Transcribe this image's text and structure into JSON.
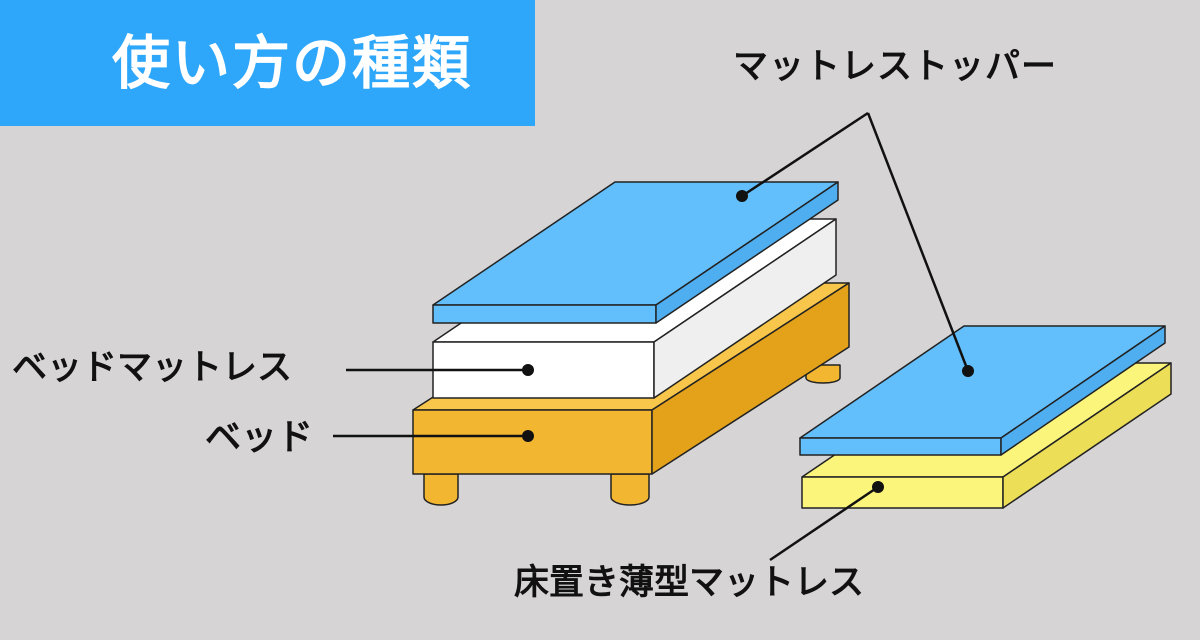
{
  "title": "使い方の種類",
  "labels": {
    "topper": "マットレストッパー",
    "bed_mattress": "ベッドマットレス",
    "bed": "ベッド",
    "floor_mattress": "床置き薄型マットレス"
  },
  "colors": {
    "title_background": "#2ea7fb",
    "topper": "#62bffc",
    "bed_mattress": "#ffffff",
    "bed": "#f2b630",
    "floor_mattress": "#fbf57b",
    "background": "#d6d4d5"
  }
}
